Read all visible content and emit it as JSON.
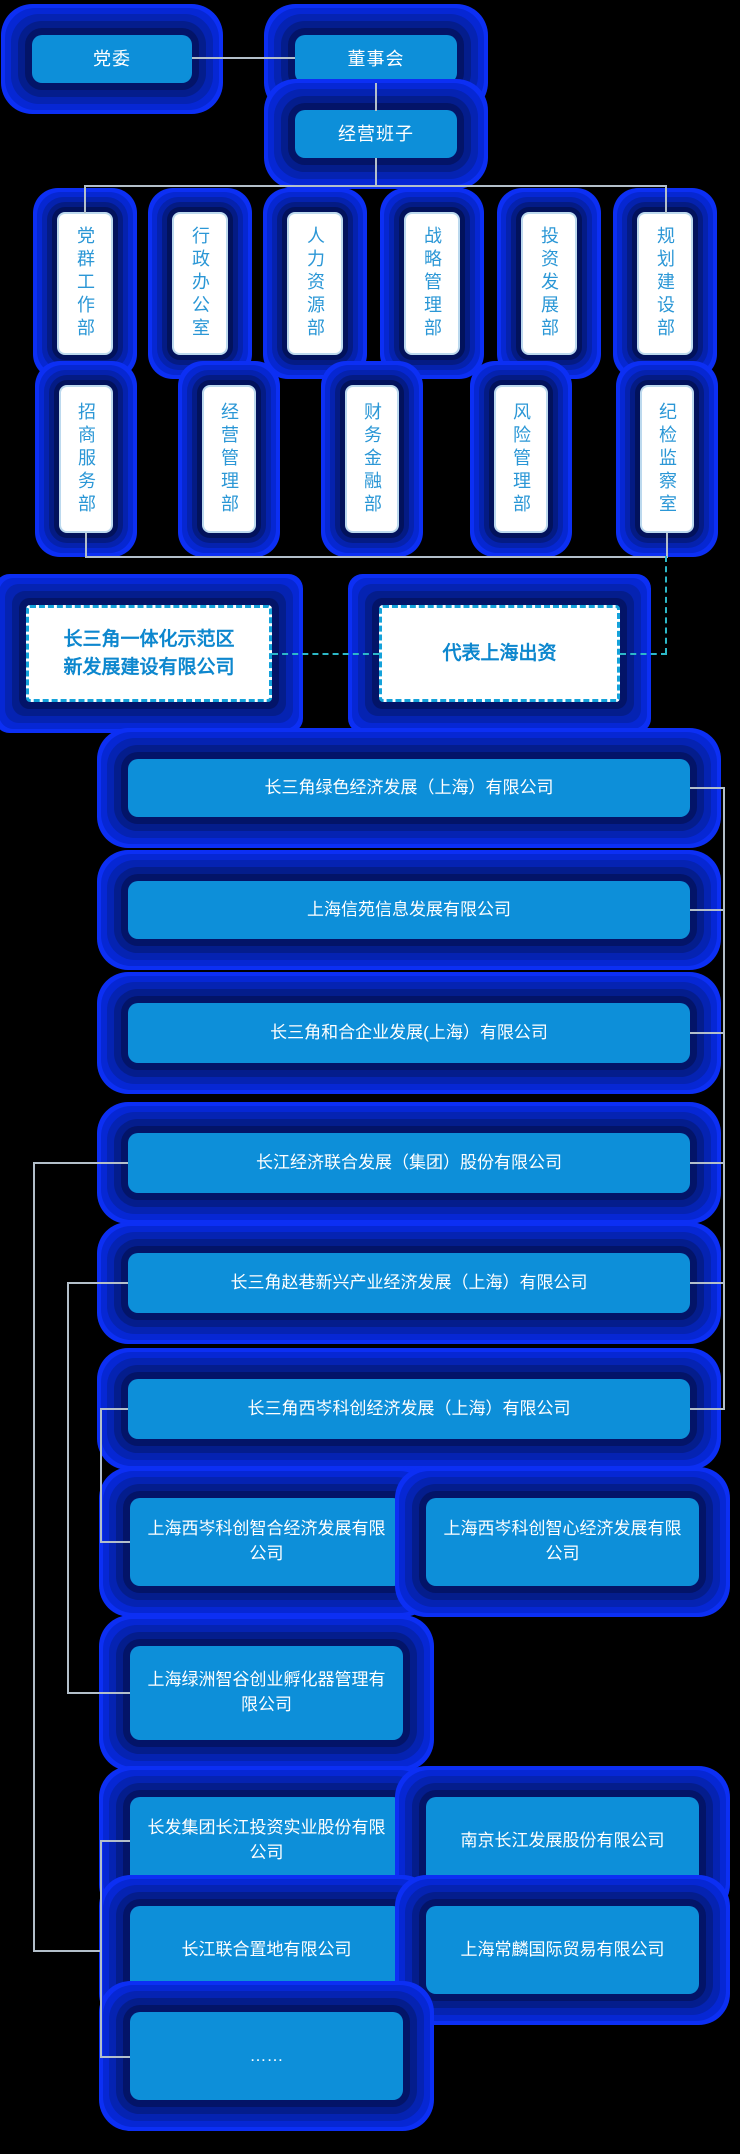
{
  "org": {
    "top": {
      "party_committee": "党委",
      "board": "董事会",
      "management": "经营班子"
    },
    "departments_row1": [
      "党群工作部",
      "行政办公室",
      "人力资源部",
      "战略管理部",
      "投资发展部",
      "规划建设部"
    ],
    "departments_row2": [
      "招商服务部",
      "经营管理部",
      "财务金融部",
      "风险管理部",
      "纪检监察室"
    ],
    "parent_company": {
      "line1": "长三角一体化示范区",
      "line2": "新发展建设有限公司"
    },
    "investment_note": "代表上海出资",
    "subsidiaries_level1": [
      "长三角绿色经济发展（上海）有限公司",
      "上海信苑信息发展有限公司",
      "长三角和合企业发展(上海）有限公司",
      "长江经济联合发展（集团）股份有限公司",
      "长三角赵巷新兴产业经济发展（上海）有限公司",
      "长三角西岑科创经济发展（上海）有限公司"
    ],
    "subsidiaries_level2": [
      "上海西岑科创智合经济发展有限公司",
      "上海西岑科创智心经济发展有限公司",
      "上海绿洲智谷创业孵化器管理有限公司",
      "长发集团长江投资实业股份有限公司",
      "南京长江发展股份有限公司",
      "长江联合置地有限公司",
      "上海常麟国际贸易有限公司",
      "……"
    ],
    "colors": {
      "background": "#000000",
      "node_blue": "#0d8fd9",
      "glow_ring_blue": "#0c2ff4",
      "line_gray": "#b3bfca",
      "dashed_teal": "#2cb8c8",
      "dept_text_blue": "#2b97d6",
      "dashed_box_text_blue": "#0d87ce",
      "node_text_white": "#ffffff"
    }
  }
}
